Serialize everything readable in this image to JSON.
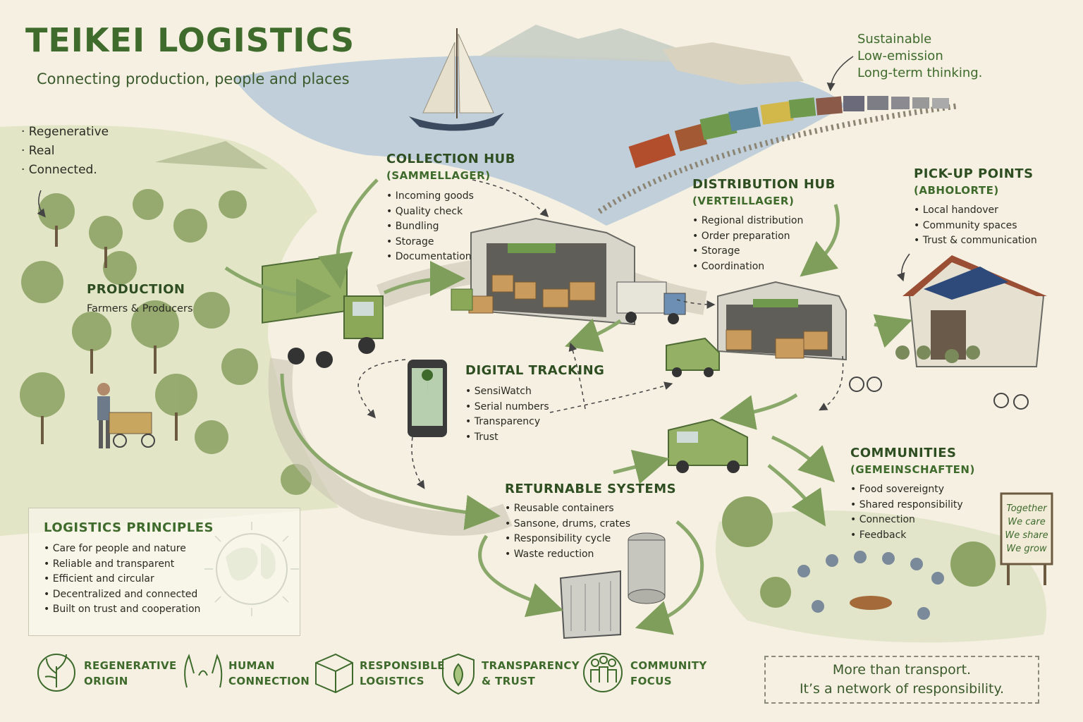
{
  "header": {
    "title": "TEIKEI LOGISTICS",
    "subtitle": "Connecting production, people and places"
  },
  "left_tags": [
    "· Regenerative",
    "· Real",
    "· Connected."
  ],
  "top_right_tags": [
    "Sustainable",
    "Low-emission",
    "Long-term thinking."
  ],
  "production": {
    "title": "PRODUCTION",
    "subtitle": "Farmers & Producers"
  },
  "collection_hub": {
    "title": "COLLECTION HUB",
    "subtitle": "(SAMMELLAGER)",
    "items": [
      "Incoming goods",
      "Quality check",
      "Bundling",
      "Storage",
      "Documentation"
    ]
  },
  "distribution_hub": {
    "title": "DISTRIBUTION HUB",
    "subtitle": "(VERTEILLAGER)",
    "items": [
      "Regional distribution",
      "Order preparation",
      "Storage",
      "Coordination"
    ]
  },
  "pickup_points": {
    "title": "PICK-UP POINTS",
    "subtitle": "(ABHOLORTE)",
    "items": [
      "Local handover",
      "Community spaces",
      "Trust & communication"
    ]
  },
  "digital_tracking": {
    "title": "DIGITAL TRACKING",
    "items": [
      "SensiWatch",
      "Serial numbers",
      "Transparency",
      "Trust"
    ]
  },
  "returnable_systems": {
    "title": "RETURNABLE SYSTEMS",
    "items": [
      "Reusable containers",
      "Sansone, drums, crates",
      "Responsibility cycle",
      "Waste reduction"
    ]
  },
  "communities": {
    "title": "COMMUNITIES",
    "subtitle": "(GEMEINSCHAFTEN)",
    "items": [
      "Food sovereignty",
      "Shared responsibility",
      "Connection",
      "Feedback"
    ]
  },
  "sign": {
    "lines": [
      "Together",
      "We care",
      "We share",
      "We grow"
    ]
  },
  "principles": {
    "title": "LOGISTICS PRINCIPLES",
    "items": [
      "Care for people and nature",
      "Reliable and transparent",
      "Efficient and circular",
      "Decentralized and connected",
      "Built on trust and cooperation"
    ]
  },
  "footer_icons": [
    {
      "icon": "sprout-icon",
      "line1": "REGENERATIVE",
      "line2": "ORIGIN"
    },
    {
      "icon": "hands-icon",
      "line1": "HUMAN",
      "line2": "CONNECTION"
    },
    {
      "icon": "box-icon",
      "line1": "RESPONSIBLE",
      "line2": "LOGISTICS"
    },
    {
      "icon": "shield-leaf-icon",
      "line1": "TRANSPARENCY",
      "line2": "& TRUST"
    },
    {
      "icon": "people-icon",
      "line1": "COMMUNITY",
      "line2": "FOCUS"
    }
  ],
  "quote": {
    "line1": "More than transport.",
    "line2": "It’s a network of responsibility."
  },
  "colors": {
    "accent": "#3e6a2c",
    "paper": "#f5f0e1",
    "sea": "#9fb8cc",
    "truck": "#8fae5c"
  }
}
